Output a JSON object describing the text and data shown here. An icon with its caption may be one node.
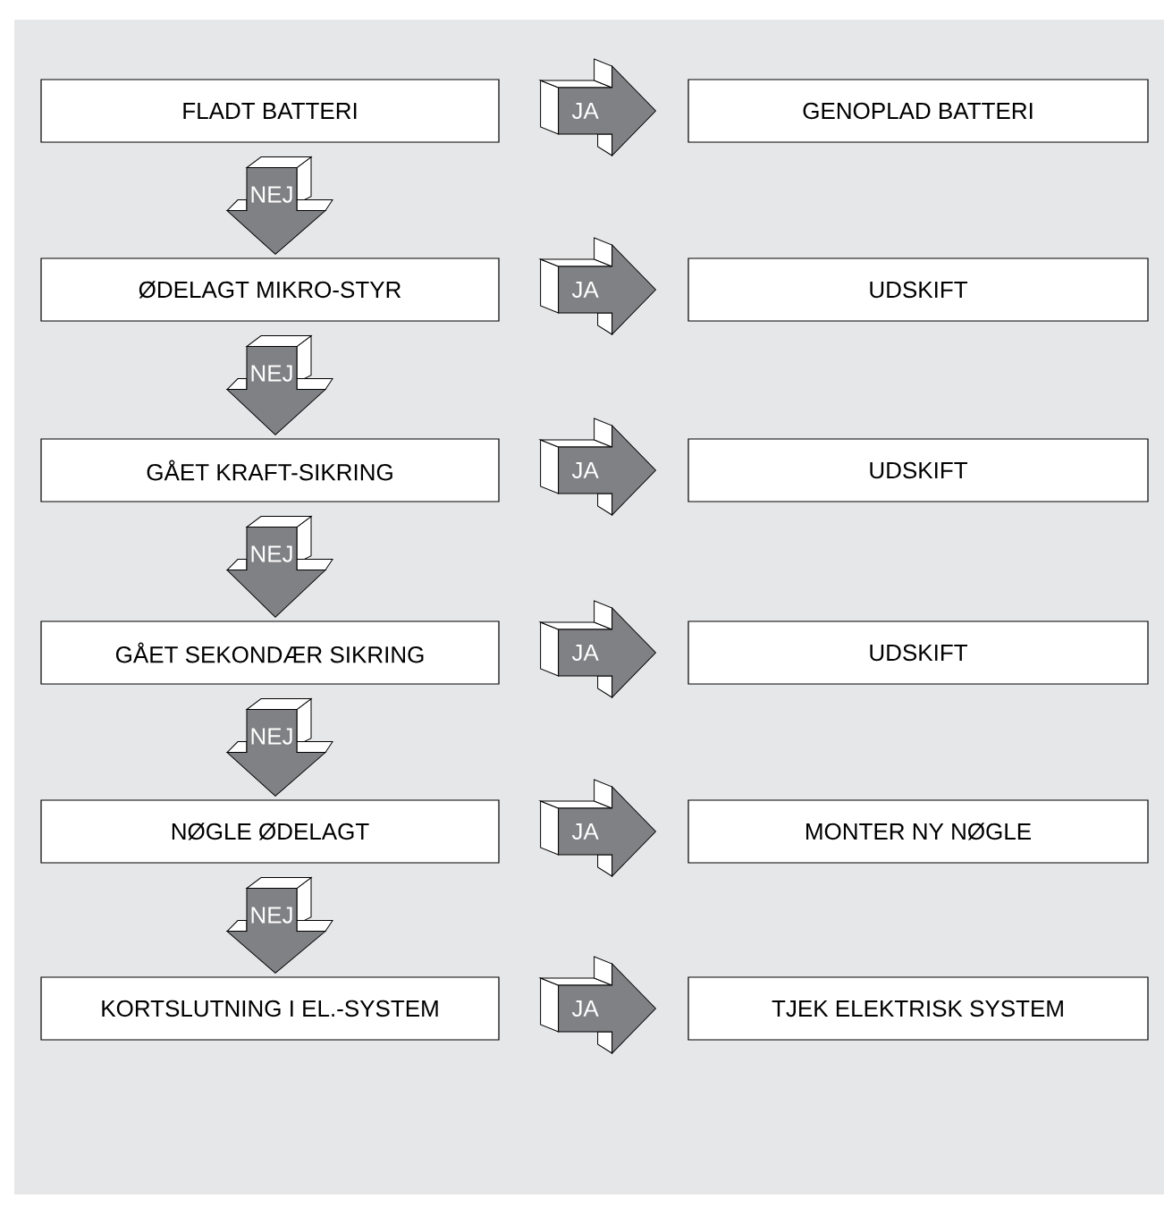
{
  "diagram": {
    "nodes": [
      {
        "text": [
          "FLADT BATTERI"
        ]
      },
      {
        "text": [
          "GENOPLAD BATTERI"
        ]
      },
      {
        "text": [
          "ØDELAGT MIKRO-STYR"
        ]
      },
      {
        "text": [
          "UDSKIFT"
        ]
      },
      {
        "text": [
          "GÅET KRAFT-SIKRING"
        ]
      },
      {
        "text": [
          "UDSKIFT"
        ]
      },
      {
        "text": [
          "GÅET SEKONDÆR SIKRING"
        ]
      },
      {
        "text": [
          "UDSKIFT"
        ]
      },
      {
        "text": [
          "NØGLE ØDELAGT"
        ]
      },
      {
        "text": [
          "MONTER NY NØGLE"
        ]
      },
      {
        "text": [
          "KORTSLUTNING I EL.-SYSTEM"
        ]
      },
      {
        "text": [
          "TJEK ELEKTRISK SYSTEM"
        ]
      }
    ],
    "edges": [
      {
        "from": 0,
        "to": 1,
        "arrow": "to",
        "label": "JA"
      },
      {
        "from": 0,
        "to": 2,
        "arrow": "to",
        "label": "NEJ"
      },
      {
        "from": 2,
        "to": 3,
        "arrow": "to",
        "label": "JA"
      },
      {
        "from": 2,
        "to": 4,
        "arrow": "to",
        "label": "NEJ"
      },
      {
        "from": 4,
        "to": 5,
        "arrow": "to",
        "label": "JA"
      },
      {
        "from": 4,
        "to": 6,
        "arrow": "to",
        "label": "NEJ"
      },
      {
        "from": 6,
        "to": 7,
        "arrow": "to",
        "label": "JA"
      },
      {
        "from": 6,
        "to": 8,
        "arrow": "to",
        "label": "NEJ"
      },
      {
        "from": 8,
        "to": 9,
        "arrow": "to",
        "label": "JA"
      },
      {
        "from": 8,
        "to": 10,
        "arrow": "to",
        "label": "NEJ"
      },
      {
        "from": 10,
        "to": 11,
        "arrow": "to",
        "label": "JA"
      }
    ]
  }
}
